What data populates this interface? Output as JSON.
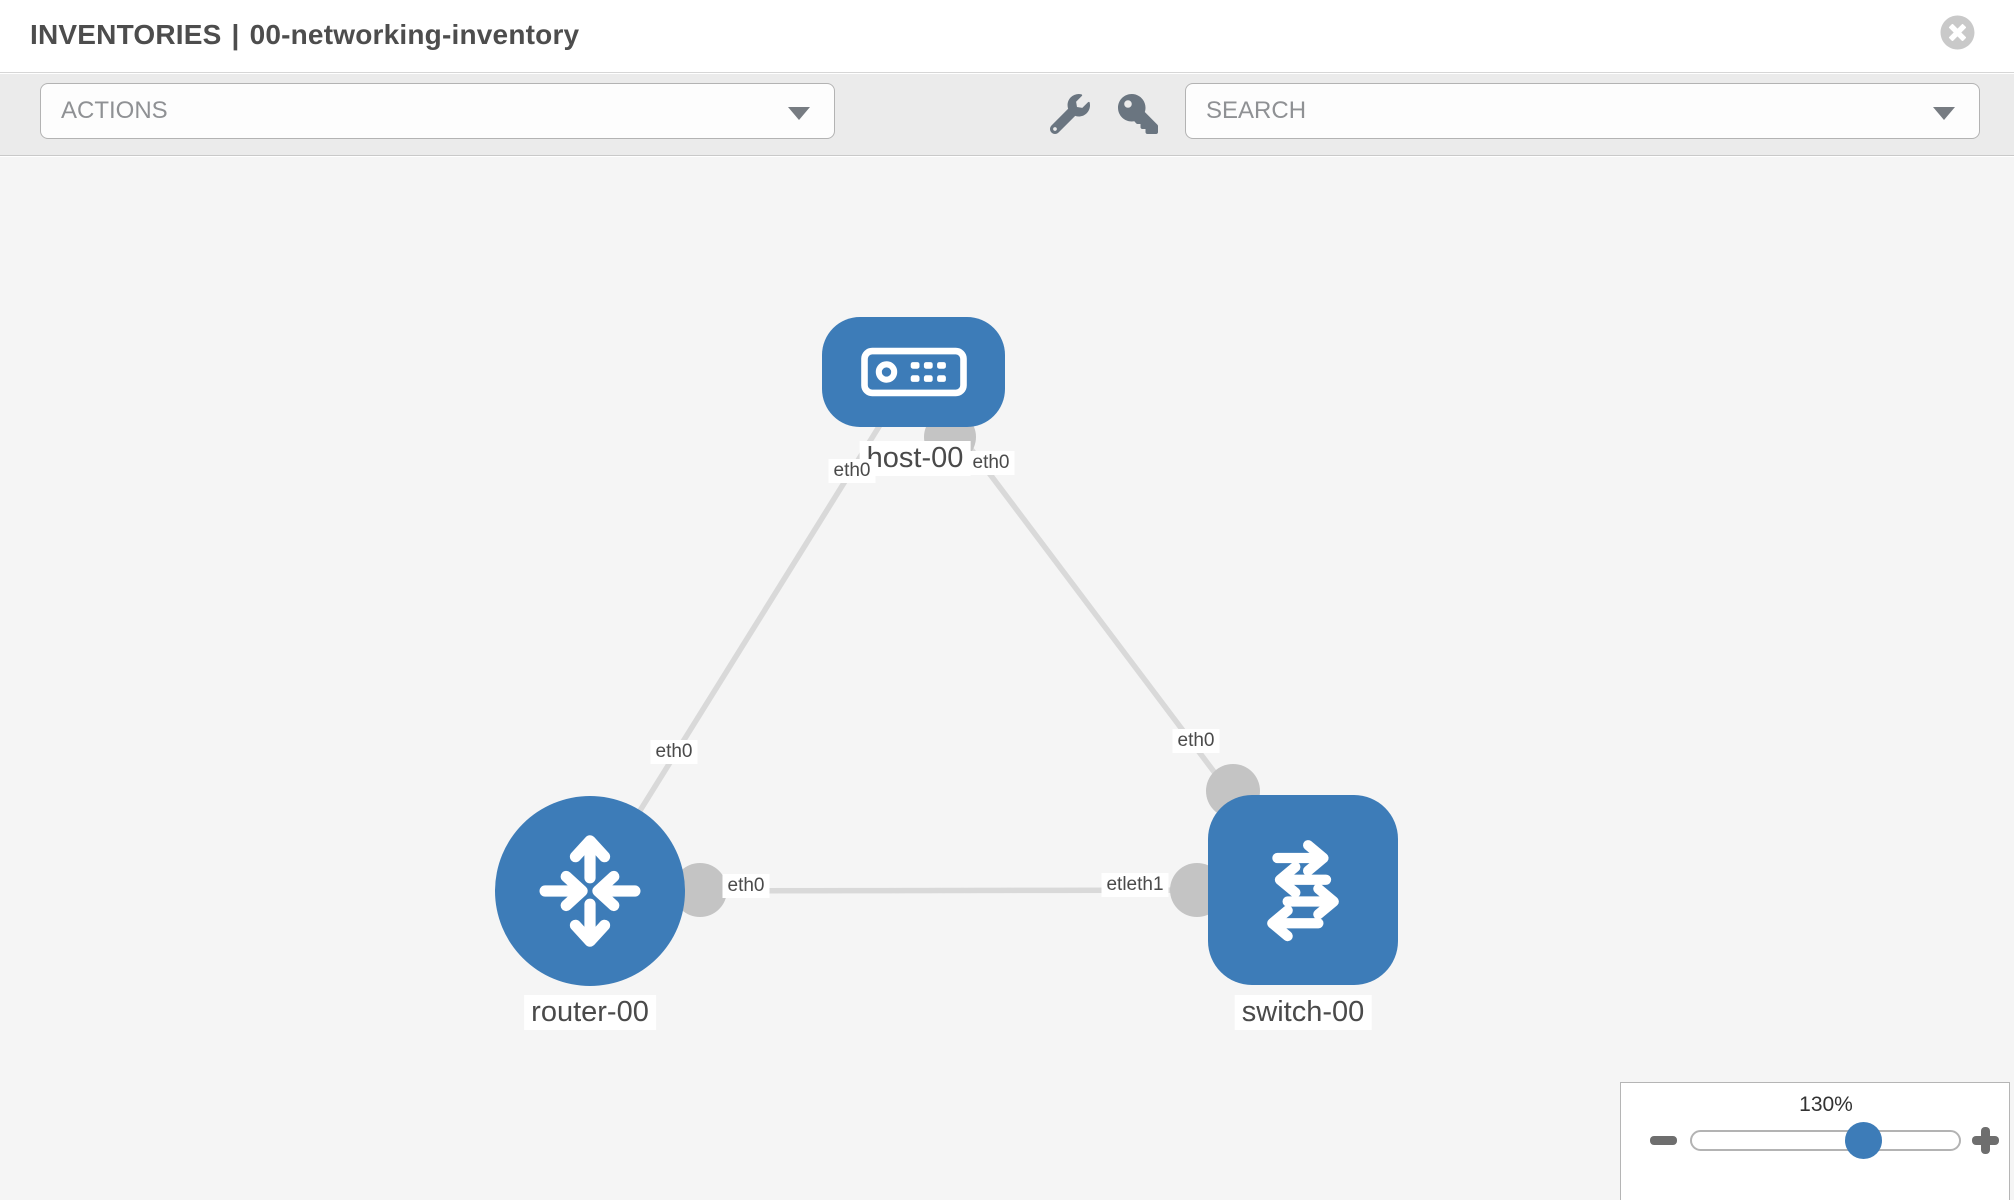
{
  "header": {
    "section": "INVENTORIES",
    "separator": "|",
    "inventory_name": "00-networking-inventory",
    "close_icon": "x-circle"
  },
  "toolbar": {
    "actions_label": "ACTIONS",
    "search_placeholder": "SEARCH",
    "icons": [
      "wrench-icon",
      "key-icon",
      "chevron-down-icon"
    ]
  },
  "topology": {
    "nodes": [
      {
        "id": "host-00",
        "type": "host",
        "label": "host-00",
        "icon": "server-icon"
      },
      {
        "id": "router-00",
        "type": "router",
        "label": "router-00",
        "icon": "router-arrows-icon"
      },
      {
        "id": "switch-00",
        "type": "switch",
        "label": "switch-00",
        "icon": "switch-arrows-icon"
      }
    ],
    "links": [
      {
        "source": "host-00",
        "target": "router-00",
        "source_label": "eth0",
        "target_label": "eth0"
      },
      {
        "source": "host-00",
        "target": "switch-00",
        "source_label": "eth0",
        "target_label": "eth0"
      },
      {
        "source": "router-00",
        "target": "switch-00",
        "source_label": "eth0",
        "target_label_display": "etleth1"
      }
    ]
  },
  "zoom_control": {
    "level": "130%"
  },
  "colors": {
    "node_blue": "#3d7cb8",
    "link_gray": "#d9d9d9",
    "connector_gray": "#c4c4c4",
    "toolbar_bg": "#ebebeb",
    "canvas_bg": "#f5f5f5",
    "title_text": "#4d4d4d"
  }
}
